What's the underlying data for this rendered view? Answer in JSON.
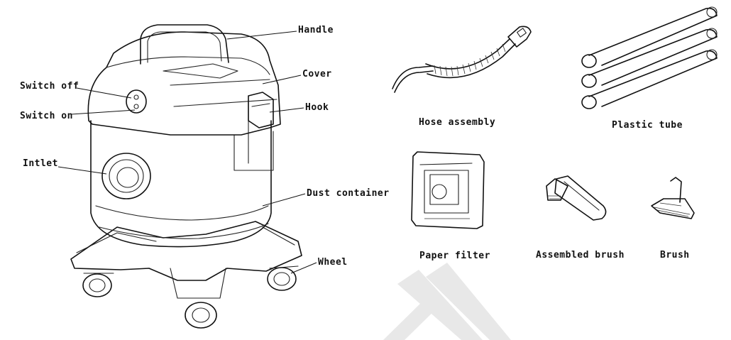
{
  "labels": {
    "handle": "Handle",
    "cover": "Cover",
    "switch_off": "Switch off",
    "switch_on": "Switch on",
    "hook": "Hook",
    "intlet": "Intlet",
    "dust_container": "Dust container",
    "wheel": "Wheel"
  },
  "accessories": {
    "hose_assembly": "Hose assembly",
    "plastic_tube": "Plastic tube",
    "paper_filter": "Paper filter",
    "assembled_brush": "Assembled brush",
    "brush": "Brush"
  }
}
